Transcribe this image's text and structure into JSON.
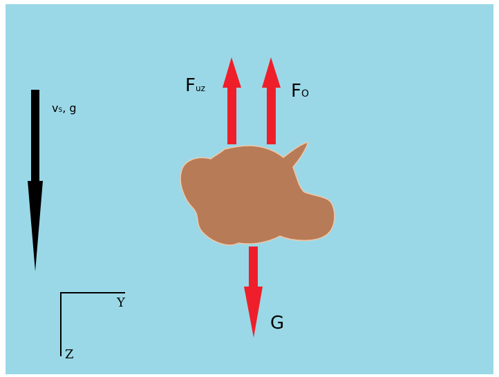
{
  "labels": {
    "f_uz_main": "F",
    "f_uz_sub": "uz",
    "f_o_main": "F",
    "f_o_sub": "O",
    "gravity": "G",
    "vs_main": "v",
    "vs_sub": "S",
    "vs_rest": ", g",
    "axis_y": "Y",
    "axis_z": "Z"
  },
  "colors": {
    "water": "#9ad8e7",
    "arrow": "#ee1f2a",
    "blob": "#b87b57",
    "blob_edge": "#f0c8a8",
    "velocity_arrow": "#000000"
  }
}
